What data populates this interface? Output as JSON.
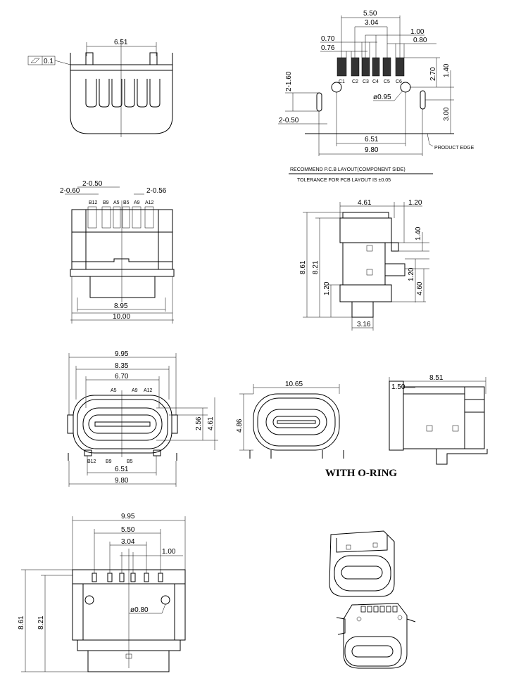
{
  "front_view": {
    "width": "6.51",
    "flatness": "0.1"
  },
  "pcb_layout": {
    "dims": {
      "d550": "5.50",
      "d304": "3.04",
      "d100": "1.00",
      "d070": "0.70",
      "d080": "0.80",
      "d076": "0.76",
      "d160": "2-1.60",
      "d270": "2.70",
      "d140": "1.40",
      "d095": "ø0.95",
      "d050": "2-0.50",
      "d300": "3.00",
      "d651": "6.51",
      "d980": "9.80"
    },
    "pins": [
      "C1",
      "C2",
      "C3",
      "C4",
      "C5",
      "C6"
    ],
    "product_edge": "PRODUCT EDGE",
    "title": "RECOMMEND P.C.B LAYOUT(COMPONENT SIDE)",
    "tolerance": "TOLERANCE FOR PCB LAYOUT IS ±0.05"
  },
  "top_view": {
    "dims": {
      "d050": "2-0.50",
      "d060": "2-0.60",
      "d056": "2-0.56",
      "d895": "8.95",
      "d1000": "10.00"
    },
    "pins": [
      "B12",
      "B9",
      "A5",
      "B5",
      "A9",
      "A12"
    ]
  },
  "side_view": {
    "dims": {
      "d461": "4.61",
      "d120a": "1.20",
      "d861": "8.61",
      "d821": "8.21",
      "d120b": "1.20",
      "d140": "1.40",
      "d120c": "1.20",
      "d460": "4.60",
      "d316": "3.16"
    }
  },
  "mating_view": {
    "dims": {
      "d995": "9.95",
      "d835": "8.35",
      "d670": "6.70",
      "d256": "2.56",
      "d461": "4.61",
      "d651": "6.51",
      "d980": "9.80"
    },
    "pins_top": [
      "A5",
      "A9",
      "A12"
    ],
    "pins_bottom": [
      "B12",
      "B9",
      "B5"
    ]
  },
  "oring_view": {
    "dims": {
      "d1065": "10.65",
      "d486": "4.86",
      "d851": "8.51",
      "d150": "1.50"
    },
    "caption": "WITH O-RING"
  },
  "bottom_view": {
    "dims": {
      "d995": "9.95",
      "d550": "5.50",
      "d304": "3.04",
      "d100": "1.00",
      "d861": "8.61",
      "d821": "8.21",
      "d080": "ø0.80"
    }
  }
}
